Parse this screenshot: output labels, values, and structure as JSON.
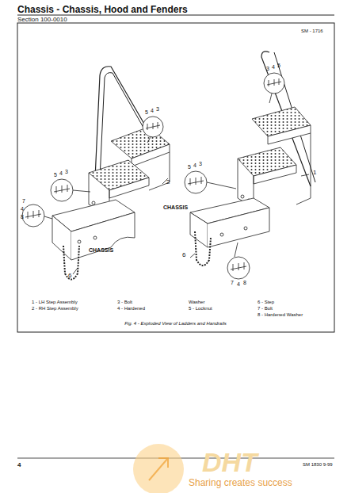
{
  "diagram": {
    "title": "Chassis - Chassis, Hood and Fenders",
    "caption": "Fig. 4 - Exploded View of Ladders and Handrails",
    "labels": [
      "Section 100-0010",
      "SM - 1716",
      "2",
      "1",
      "CHASSIS",
      "CHASSIS",
      "6",
      "6",
      "5",
      "4",
      "3",
      "5",
      "4",
      "3",
      "7",
      "4",
      "8",
      "3",
      "4",
      "5",
      "5",
      "4",
      "3",
      "7",
      "4",
      "8",
      "1 - LH Step Assembly",
      "2 - RH Step Assembly",
      "3 - Bolt",
      "4 - Hardened",
      "Washer",
      "5 - Locknut",
      "6 - Step",
      "7 - Bolt",
      "8 - Hardened Washer",
      "4",
      "SM 1830 9-99",
      "DHT",
      "Sharing creates success"
    ]
  }
}
